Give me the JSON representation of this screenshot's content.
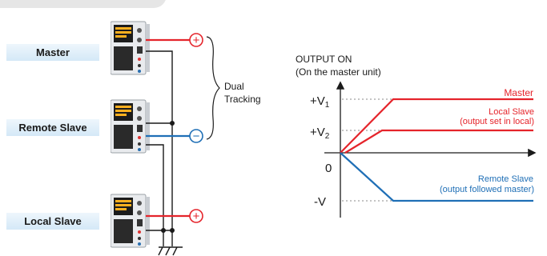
{
  "units": {
    "master": "Master",
    "remote": "Remote Slave",
    "local": "Local Slave"
  },
  "tracking": {
    "line1": "Dual",
    "line2": "Tracking",
    "plus": "+",
    "minus": "−"
  },
  "graph": {
    "title_line1": "OUTPUT ON",
    "title_line2": "(On the master unit)",
    "v1_main": "+V",
    "v1_sub": "1",
    "v2_main": "+V",
    "v2_sub": "2",
    "zero": "0",
    "minus_v": "-V",
    "master_label": "Master",
    "local_line1": "Local Slave",
    "local_line2": "(output set in local)",
    "remote_line1": "Remote Slave",
    "remote_line2": "(output followed master)"
  },
  "colors": {
    "master_line": "#e5242b",
    "remote_line": "#1f6fb6",
    "label_box_top": "#eef6fc",
    "label_box_bottom": "#d4e8f7"
  }
}
